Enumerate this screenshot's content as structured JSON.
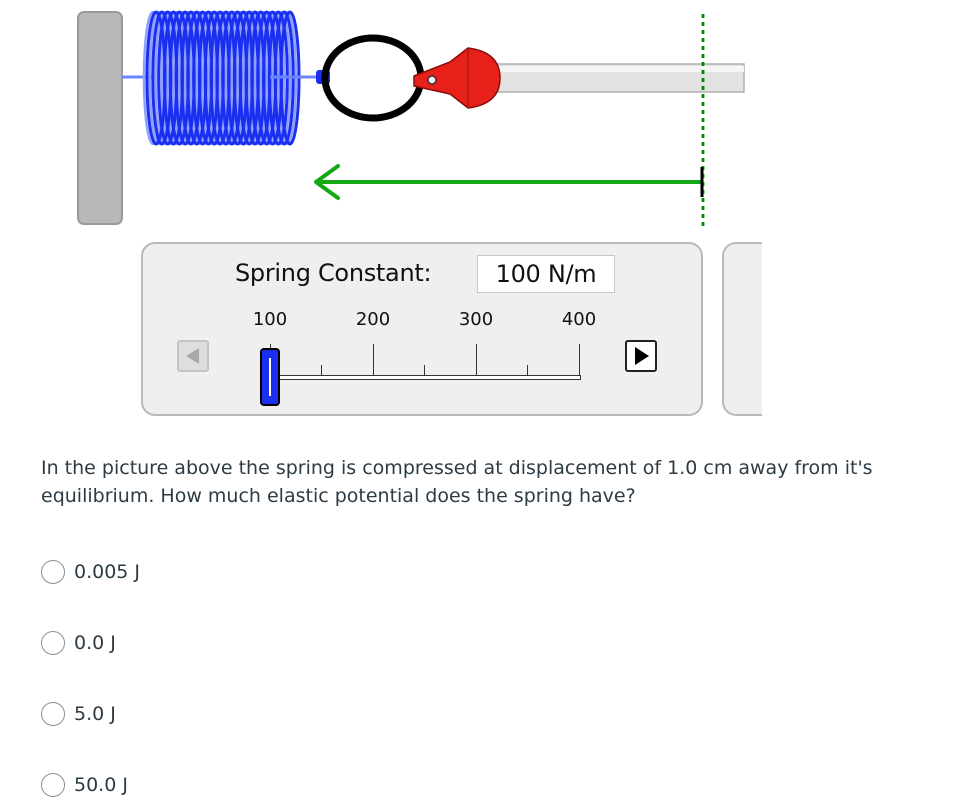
{
  "colors": {
    "spring": "#1a2ff0",
    "pull_handle": "#e8201a",
    "force_arrow": "#14a814",
    "panel_bg": "#efefef",
    "text": "#2d3b45"
  },
  "icons": {
    "spring": "coil-spring-icon",
    "hook": "ring-hook-icon",
    "handle": "pull-handle-icon",
    "arrow": "force-arrow-icon",
    "equilibrium": "dashed-equilibrium-line"
  },
  "control_panel": {
    "title": "Spring Constant:",
    "readout": "100 N/m",
    "slider": {
      "min": 100,
      "max": 400,
      "value": 100,
      "tick_labels": [
        "100",
        "200",
        "300",
        "400"
      ]
    }
  },
  "question": {
    "text": "In the picture above the spring is compressed at displacement of 1.0 cm away from it's equilibrium.  How much elastic potential does the spring have?",
    "options": [
      {
        "label": "0.005 J"
      },
      {
        "label": "0.0 J"
      },
      {
        "label": "5.0 J"
      },
      {
        "label": "50.0 J"
      }
    ]
  }
}
